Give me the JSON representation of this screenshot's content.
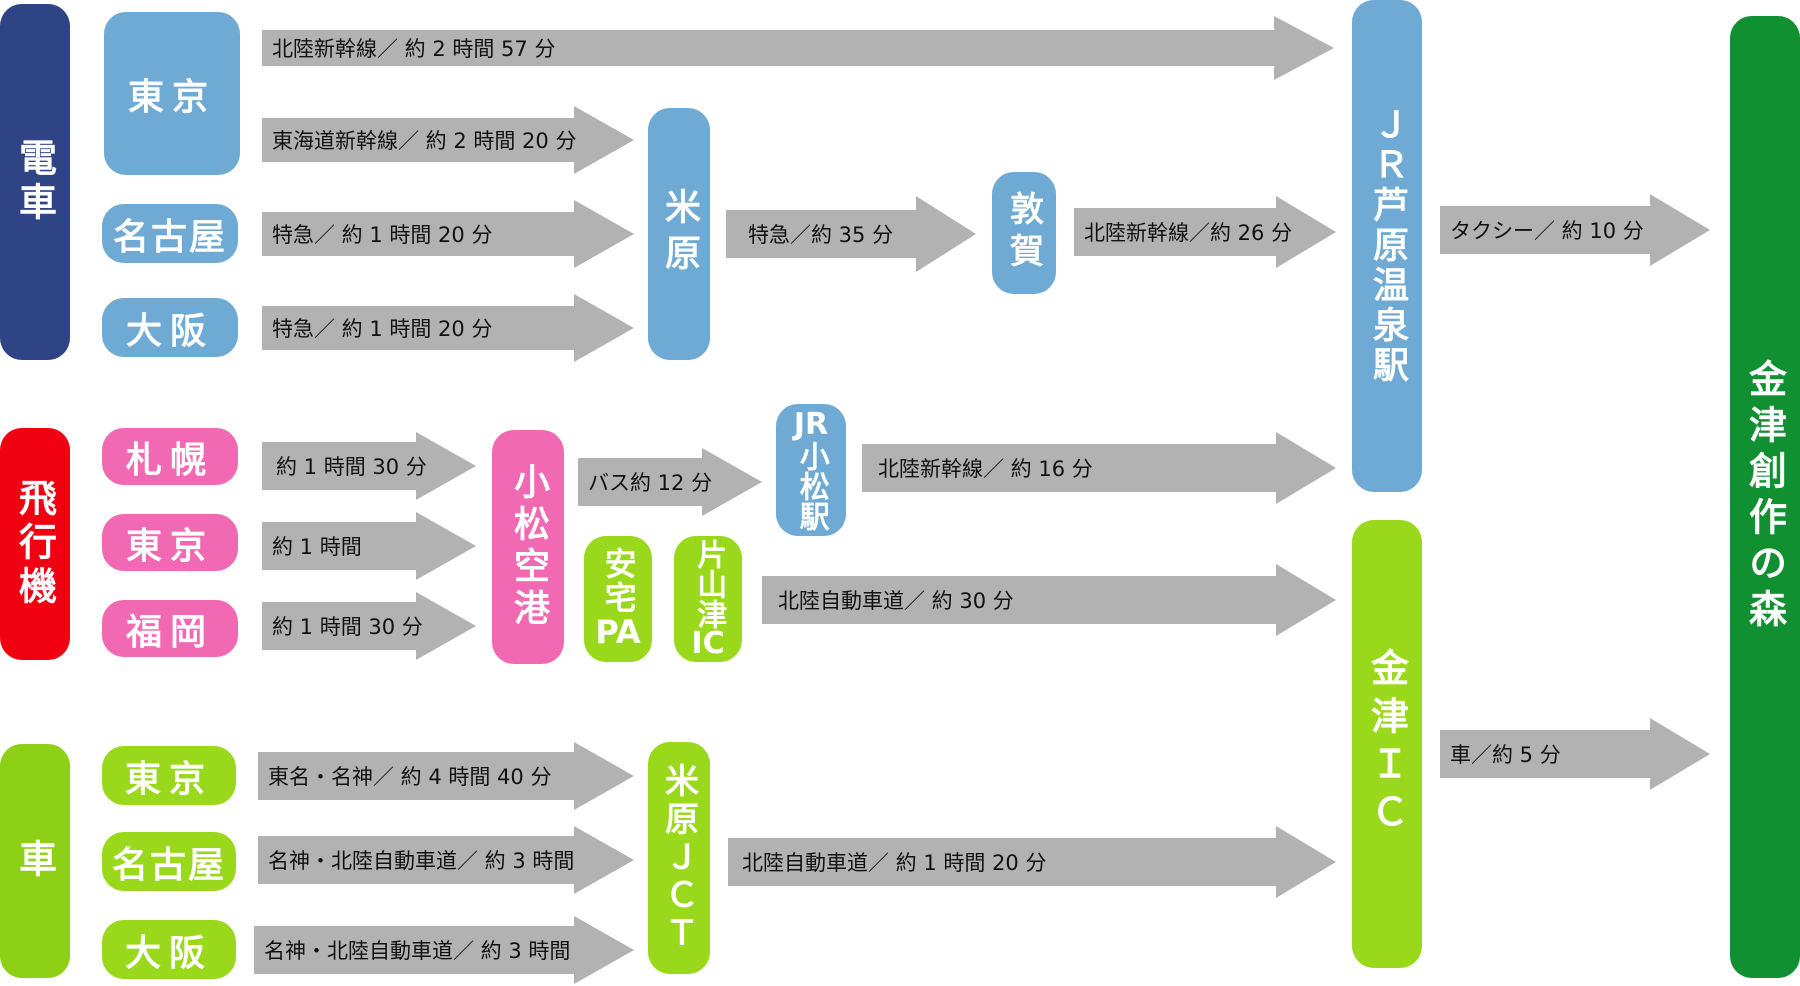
{
  "colors": {
    "train": "#2e4484",
    "train_node": "#6eaad4",
    "plane": "#f00010",
    "plane_node": "#f169b3",
    "car": "#8ed015",
    "car_node": "#9ad81c",
    "destination": "#119032",
    "arrow": "#b2b2b2"
  },
  "categories": {
    "train": "電車",
    "plane": "飛行機",
    "car": "車"
  },
  "origins": {
    "train_tokyo": "東京",
    "train_nagoya": "名古屋",
    "train_osaka": "大阪",
    "plane_sapporo": "札幌",
    "plane_tokyo": "東京",
    "plane_fukuoka": "福岡",
    "car_tokyo": "東京",
    "car_nagoya": "名古屋",
    "car_osaka": "大阪"
  },
  "nodes": {
    "maibara": "米原",
    "tsuruga": "敦賀",
    "jr_ashiharaonsen": "ＪＲ芦原温泉駅",
    "komatsu_airport": "小松空港",
    "jr_komatsu_line1": "JR",
    "jr_komatsu_line2": "小松駅",
    "anaka_pa_line1": "安宅",
    "anaka_pa_line2": "PA",
    "katayamazu_ic_line1": "片山津",
    "katayamazu_ic_line2": "IC",
    "kanazu_ic": "金津ＩＣ",
    "maibara_jct": "米原ＪＣＴ",
    "destination": "金津創作の森"
  },
  "routes": {
    "tokyo_hokuriku": "北陸新幹線／ 約 2 時間 57 分",
    "tokyo_tokaido": "東海道新幹線／ 約 2 時間 20 分",
    "nagoya_express": "特急／ 約 1 時間 20 分",
    "osaka_express": "特急／ 約 1 時間 20 分",
    "maibara_tsuruga": "特急／約 35 分",
    "tsuruga_hokuriku": "北陸新幹線／約 26 分",
    "taxi": "タクシー／ 約 10 分",
    "sapporo_flight": "約 1 時間 30 分",
    "tokyo_flight": "約 1 時間",
    "fukuoka_flight": "約 1 時間 30 分",
    "airport_bus": "バス約 12 分",
    "komatsu_hokuriku": "北陸新幹線／ 約 16 分",
    "katayamazu_expressway": "北陸自動車道／ 約 30 分",
    "car_tokyo": "東名・名神／ 約 4 時間 40 分",
    "car_nagoya": "名神・北陸自動車道／ 約 3 時間",
    "car_osaka": "名神・北陸自動車道／ 約 3 時間",
    "jct_expressway": "北陸自動車道／ 約 1 時間 20 分",
    "car_final": "車／約 5 分"
  }
}
